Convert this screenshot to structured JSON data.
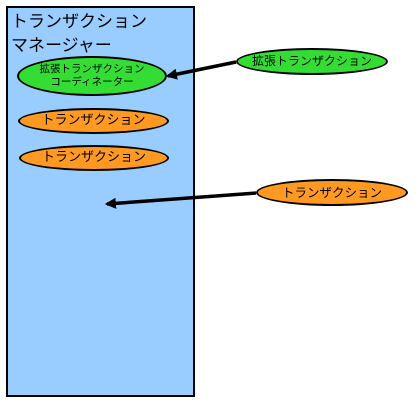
{
  "manager": {
    "title_line1": "トランザクション",
    "title_line2": "マネージャー",
    "fill": "#99ccff"
  },
  "coordinator": {
    "line1": "拡張トランザクション",
    "line2": "コーディネーター",
    "fill": "#33dd33"
  },
  "transaction_label": "トランザクション",
  "extended_transaction_label": "拡張トランザクション",
  "colors": {
    "green": "#33dd33",
    "orange": "#ff9922",
    "outline": "#000000",
    "background": "#ffffff"
  }
}
